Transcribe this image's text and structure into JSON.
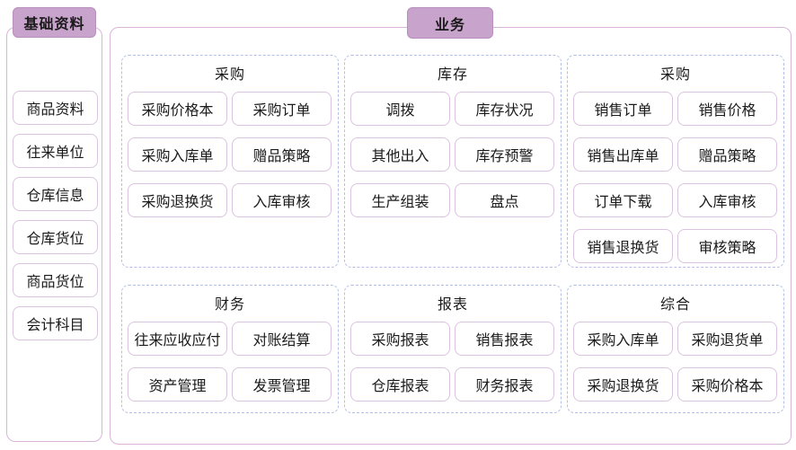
{
  "palette": {
    "header_bg": "#c8a3cb",
    "header_border": "#b98fbe",
    "panel_border": "#d9b5da",
    "tile_border": "#dcc3e1",
    "group_border": "#b3bfe7",
    "text": "#1a1a1a",
    "background": "#ffffff"
  },
  "sidebar": {
    "title": "基础资料",
    "items": [
      {
        "label": "商品资料"
      },
      {
        "label": "往来单位"
      },
      {
        "label": "仓库信息"
      },
      {
        "label": "仓库货位"
      },
      {
        "label": "商品货位"
      },
      {
        "label": "会计科目"
      }
    ]
  },
  "main": {
    "title": "业务",
    "groups": [
      {
        "title": "采购",
        "items": [
          "采购价格本",
          "采购订单",
          "采购入库单",
          "赠品策略",
          "采购退换货",
          "入库审核"
        ]
      },
      {
        "title": "库存",
        "items": [
          "调拨",
          "库存状况",
          "其他出入",
          "库存预警",
          "生产组装",
          "盘点"
        ]
      },
      {
        "title": "采购",
        "items": [
          "销售订单",
          "销售价格",
          "销售出库单",
          "赠品策略",
          "订单下载",
          "入库审核",
          "销售退换货",
          "审核策略"
        ]
      },
      {
        "title": "财务",
        "items": [
          "往来应收应付",
          "对账结算",
          "资产管理",
          "发票管理"
        ]
      },
      {
        "title": "报表",
        "items": [
          "采购报表",
          "销售报表",
          "仓库报表",
          "财务报表"
        ]
      },
      {
        "title": "综合",
        "items": [
          "采购入库单",
          "采购退货单",
          "采购退换货",
          "采购价格本"
        ]
      }
    ]
  }
}
